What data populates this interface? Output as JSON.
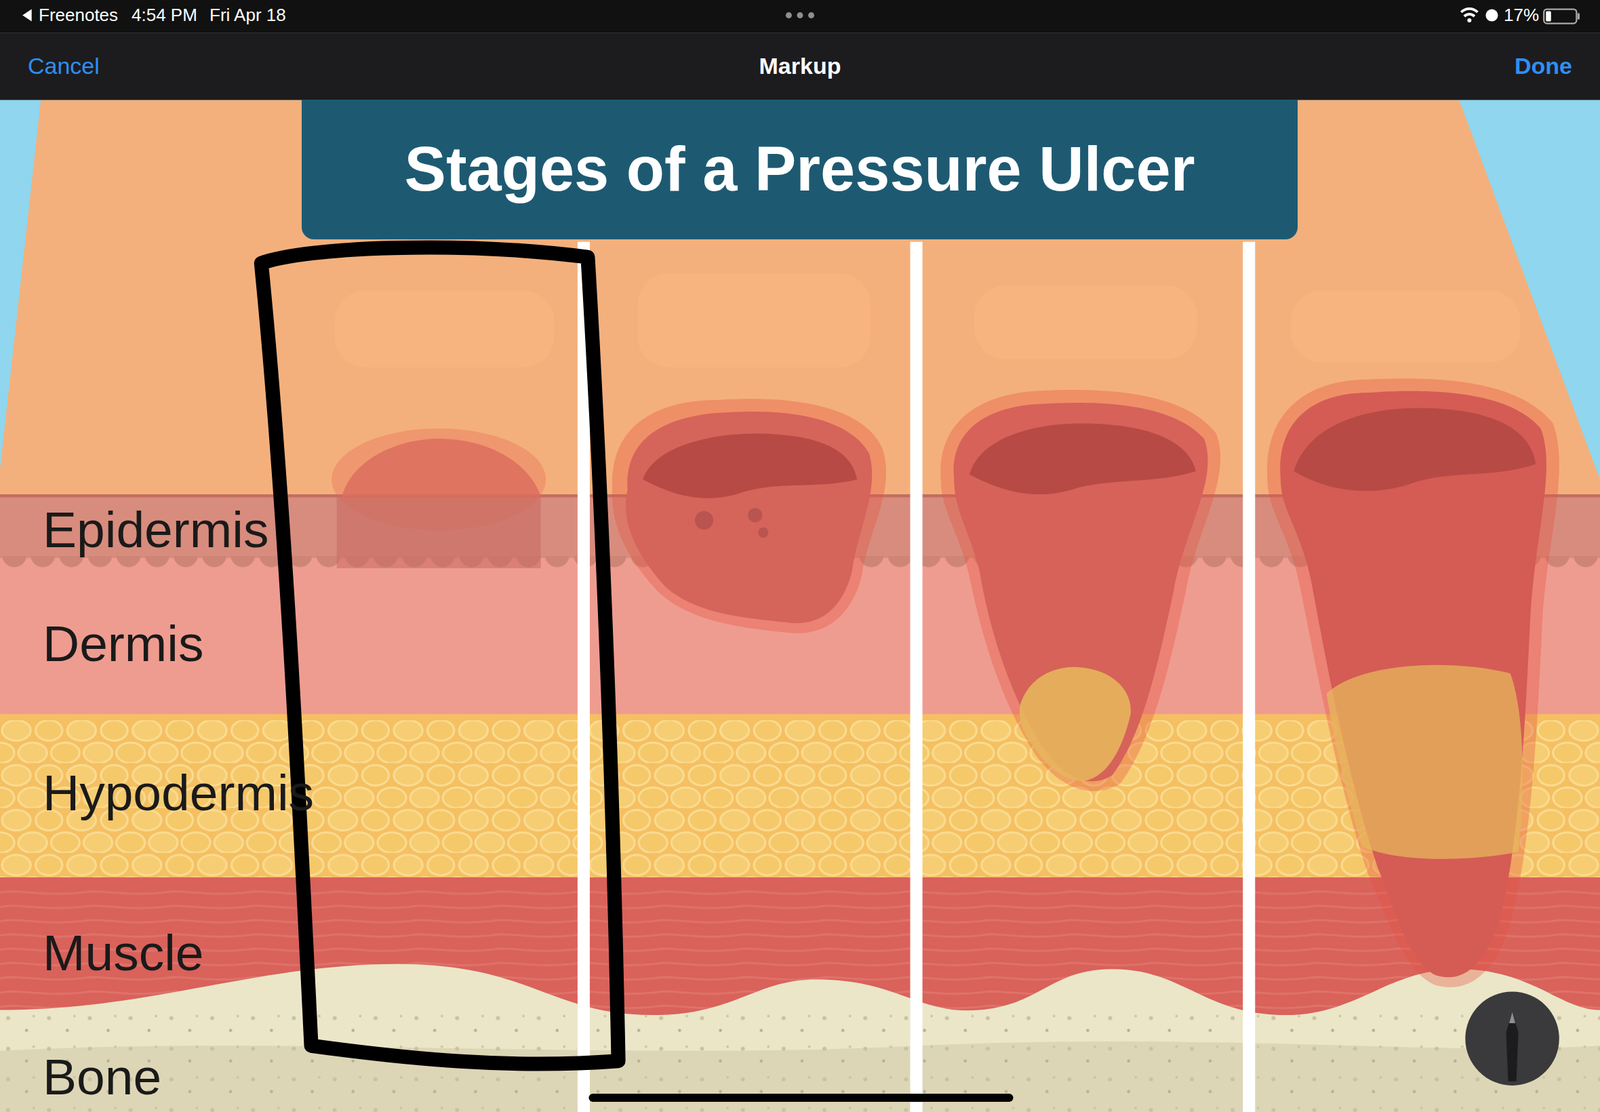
{
  "diagram": {
    "title": "Stages of a Pressure Ulcer",
    "nodes": [
      {
        "text": [
          "Stages of a Pressure Ulcer"
        ]
      }
    ],
    "labels": [
      "Freenotes",
      "4:54 PM",
      "Fri Apr 18",
      "17%",
      "Cancel",
      "Markup",
      "Done",
      "Epidermis",
      "Dermis",
      "Hypodermis",
      "Muscle",
      "Bone"
    ]
  }
}
